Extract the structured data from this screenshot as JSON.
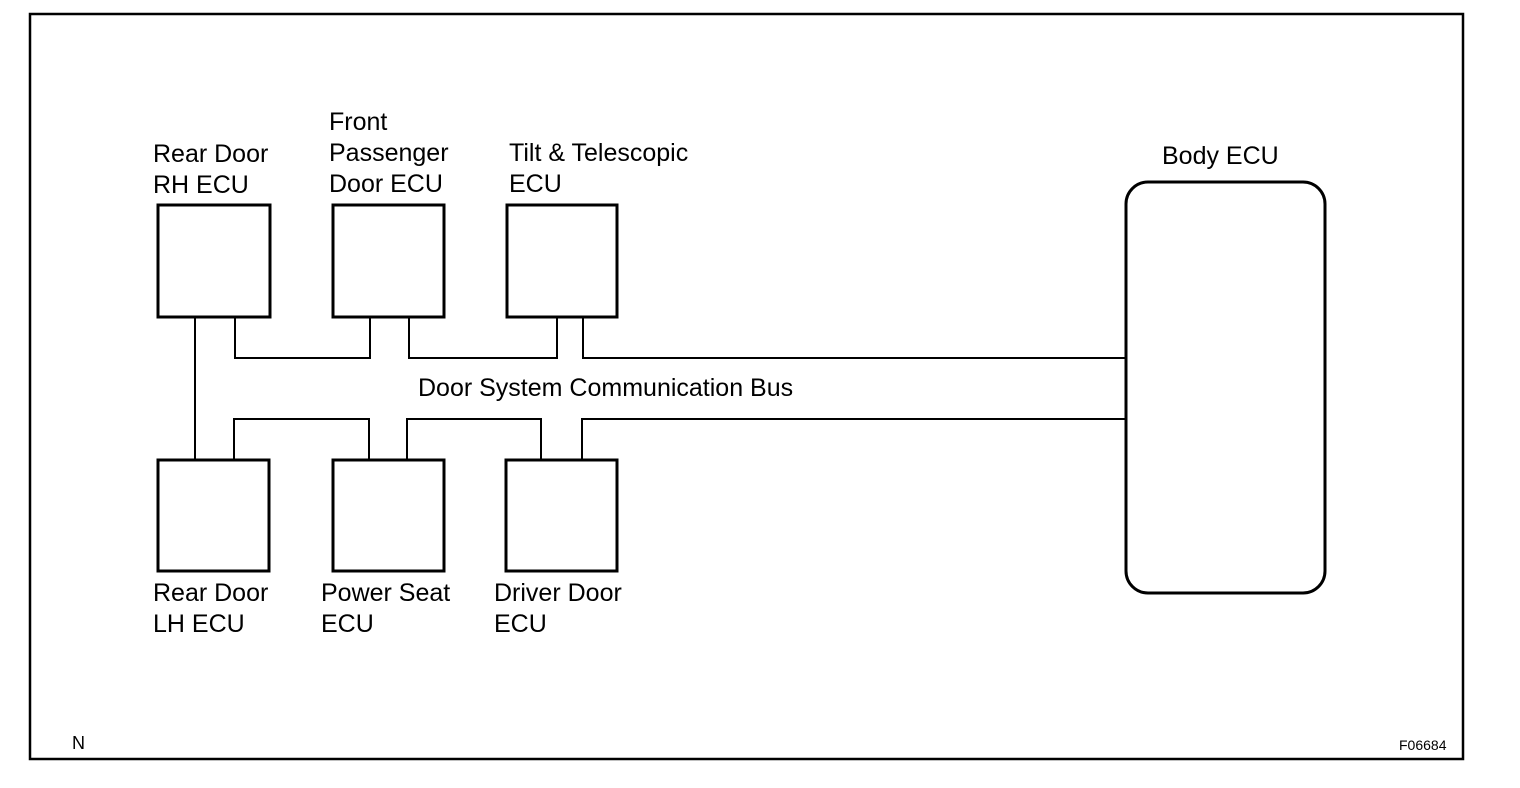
{
  "nodes": {
    "rear_door_rh": {
      "lines": [
        "Rear Door",
        "RH ECU"
      ]
    },
    "front_passenger": {
      "lines": [
        "Front",
        "Passenger",
        "Door ECU"
      ]
    },
    "tilt_telescopic": {
      "lines": [
        "Tilt & Telescopic",
        "ECU"
      ]
    },
    "body_ecu": {
      "lines": [
        "Body ECU"
      ]
    },
    "rear_door_lh": {
      "lines": [
        "Rear Door",
        "LH ECU"
      ]
    },
    "power_seat": {
      "lines": [
        "Power Seat",
        "ECU"
      ]
    },
    "driver_door": {
      "lines": [
        "Driver Door",
        "ECU"
      ]
    }
  },
  "bus_label": "Door System Communication Bus",
  "corner_left": "N",
  "figure_code": "F06684",
  "colors": {
    "line": "#000000",
    "background": "#ffffff"
  }
}
